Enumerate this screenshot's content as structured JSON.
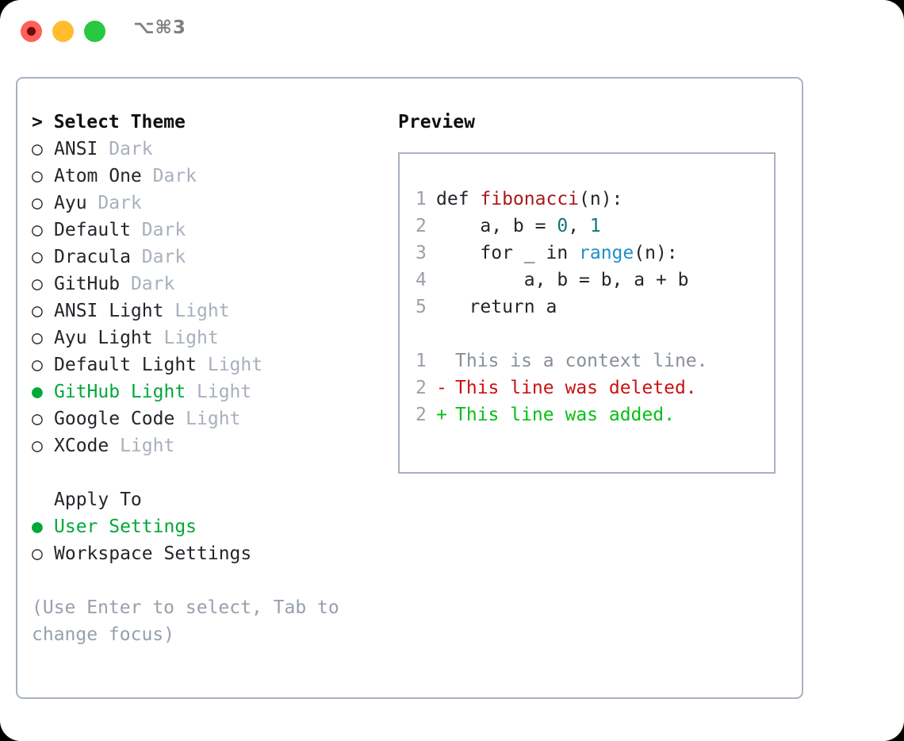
{
  "window": {
    "shortcut": "⌥⌘3",
    "traffic_lights": [
      {
        "name": "close",
        "color": "#ff6058"
      },
      {
        "name": "minimize",
        "color": "#ffbd2e"
      },
      {
        "name": "maximize",
        "color": "#28c840"
      }
    ]
  },
  "theme_picker": {
    "header": "> Select Theme",
    "selected_bullet": "●",
    "unselected_bullet": "○",
    "accent_color": "#00a83a",
    "items": [
      {
        "name": "ANSI",
        "badge": "Dark",
        "selected": false
      },
      {
        "name": "Atom One",
        "badge": "Dark",
        "selected": false
      },
      {
        "name": "Ayu",
        "badge": "Dark",
        "selected": false
      },
      {
        "name": "Default",
        "badge": "Dark",
        "selected": false
      },
      {
        "name": "Dracula",
        "badge": "Dark",
        "selected": false
      },
      {
        "name": "GitHub",
        "badge": "Dark",
        "selected": false
      },
      {
        "name": "ANSI Light",
        "badge": "Light",
        "selected": false
      },
      {
        "name": "Ayu Light",
        "badge": "Light",
        "selected": false
      },
      {
        "name": "Default Light",
        "badge": "Light",
        "selected": false
      },
      {
        "name": "GitHub Light",
        "badge": "Light",
        "selected": true
      },
      {
        "name": "Google Code",
        "badge": "Light",
        "selected": false
      },
      {
        "name": "XCode",
        "badge": "Light",
        "selected": false
      }
    ]
  },
  "apply_to": {
    "header": "Apply To",
    "options": [
      {
        "label": "User Settings",
        "selected": true
      },
      {
        "label": "Workspace Settings",
        "selected": false
      }
    ]
  },
  "hint": "(Use Enter to select, Tab to change focus)",
  "preview": {
    "title": "Preview",
    "code_lines": [
      {
        "lineno": "1",
        "marker": " ",
        "tokens": [
          {
            "text": "def ",
            "style": "plain"
          },
          {
            "text": "fibonacci",
            "style": "fn"
          },
          {
            "text": "(n):",
            "style": "plain"
          }
        ]
      },
      {
        "lineno": "2",
        "marker": " ",
        "tokens": [
          {
            "text": "    a, b = ",
            "style": "plain"
          },
          {
            "text": "0",
            "style": "num"
          },
          {
            "text": ", ",
            "style": "plain"
          },
          {
            "text": "1",
            "style": "num"
          }
        ]
      },
      {
        "lineno": "3",
        "marker": " ",
        "tokens": [
          {
            "text": "    for _ in ",
            "style": "plain"
          },
          {
            "text": "range",
            "style": "builtin"
          },
          {
            "text": "(n):",
            "style": "plain"
          }
        ]
      },
      {
        "lineno": "4",
        "marker": " ",
        "tokens": [
          {
            "text": "        a, b = b, a + b",
            "style": "plain"
          }
        ]
      },
      {
        "lineno": "5",
        "marker": " ",
        "tokens": [
          {
            "text": "   return a",
            "style": "plain"
          }
        ]
      }
    ],
    "diff_lines": [
      {
        "lineno": "1",
        "marker": " ",
        "text": "This is a context line.",
        "kind": "context"
      },
      {
        "lineno": "2",
        "marker": "-",
        "text": "This line was deleted.",
        "kind": "del"
      },
      {
        "lineno": "2",
        "marker": "+",
        "text": "This line was added.",
        "kind": "add"
      }
    ]
  }
}
